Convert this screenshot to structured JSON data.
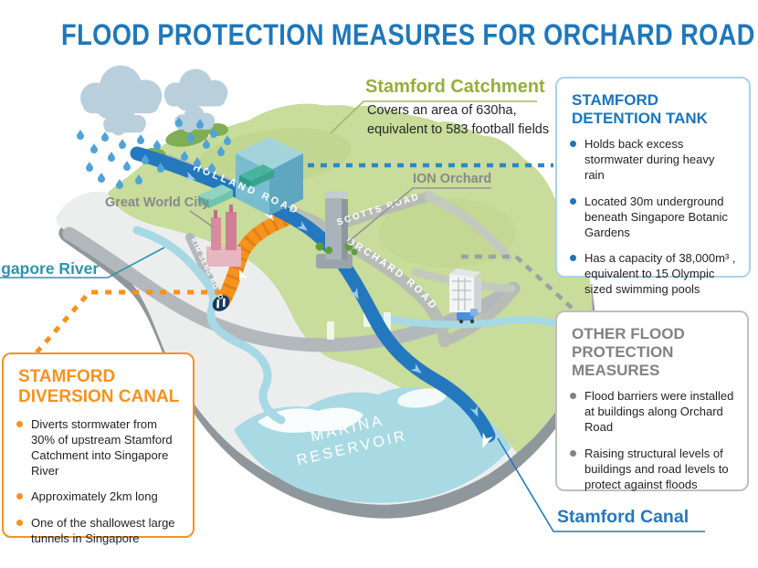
{
  "title": "FLOOD PROTECTION MEASURES FOR ORCHARD ROAD",
  "colors": {
    "title_blue": "#1e78bb",
    "canal_blue": "#2478be",
    "diversion_orange": "#f6921e",
    "catchment_green": "#95ae3c",
    "neutral_gray": "#808285",
    "land_green": "#c8dc9b",
    "reservoir_blue": "#a9dae4"
  },
  "map": {
    "labels": {
      "catchment": {
        "title": "Stamford Catchment",
        "desc1": "Covers an area of 630ha,",
        "desc2": "equivalent to 583 football fields"
      },
      "great_world_city": "Great World City",
      "ion_orchard": "ION Orchard",
      "singapore_river": "Singapore River",
      "stamford_canal": "Stamford Canal",
      "marina1": "MARINA",
      "marina2": "RESERVOIR"
    },
    "roads": {
      "holland": "HOLLAND ROAD",
      "scotts": "SCOTTS ROAD",
      "orchard": "ORCHARD ROAD",
      "kim_seng": "KIM SENG ROAD"
    }
  },
  "callouts": {
    "detention_tank": {
      "title1": "STAMFORD",
      "title2": "DETENTION TANK",
      "bullets": [
        "Holds back excess stormwater during heavy rain",
        "Located 30m underground beneath Singapore Botanic Gardens",
        "Has a capacity of 38,000m³ , equivalent to 15 Olympic sized swimming pools"
      ]
    },
    "other_measures": {
      "title1": "OTHER FLOOD",
      "title2": "PROTECTION MEASURES",
      "bullets": [
        "Flood barriers were installed at buildings along Orchard Road",
        "Raising structural levels of buildings and road levels to protect against floods"
      ]
    },
    "diversion_canal": {
      "title1": "STAMFORD",
      "title2": "DIVERSION CANAL",
      "bullets": [
        "Diverts stormwater from 30% of upstream Stamford Catchment into Singapore River",
        "Approximately 2km long",
        "One of the shallowest large tunnels in Singapore"
      ]
    }
  }
}
